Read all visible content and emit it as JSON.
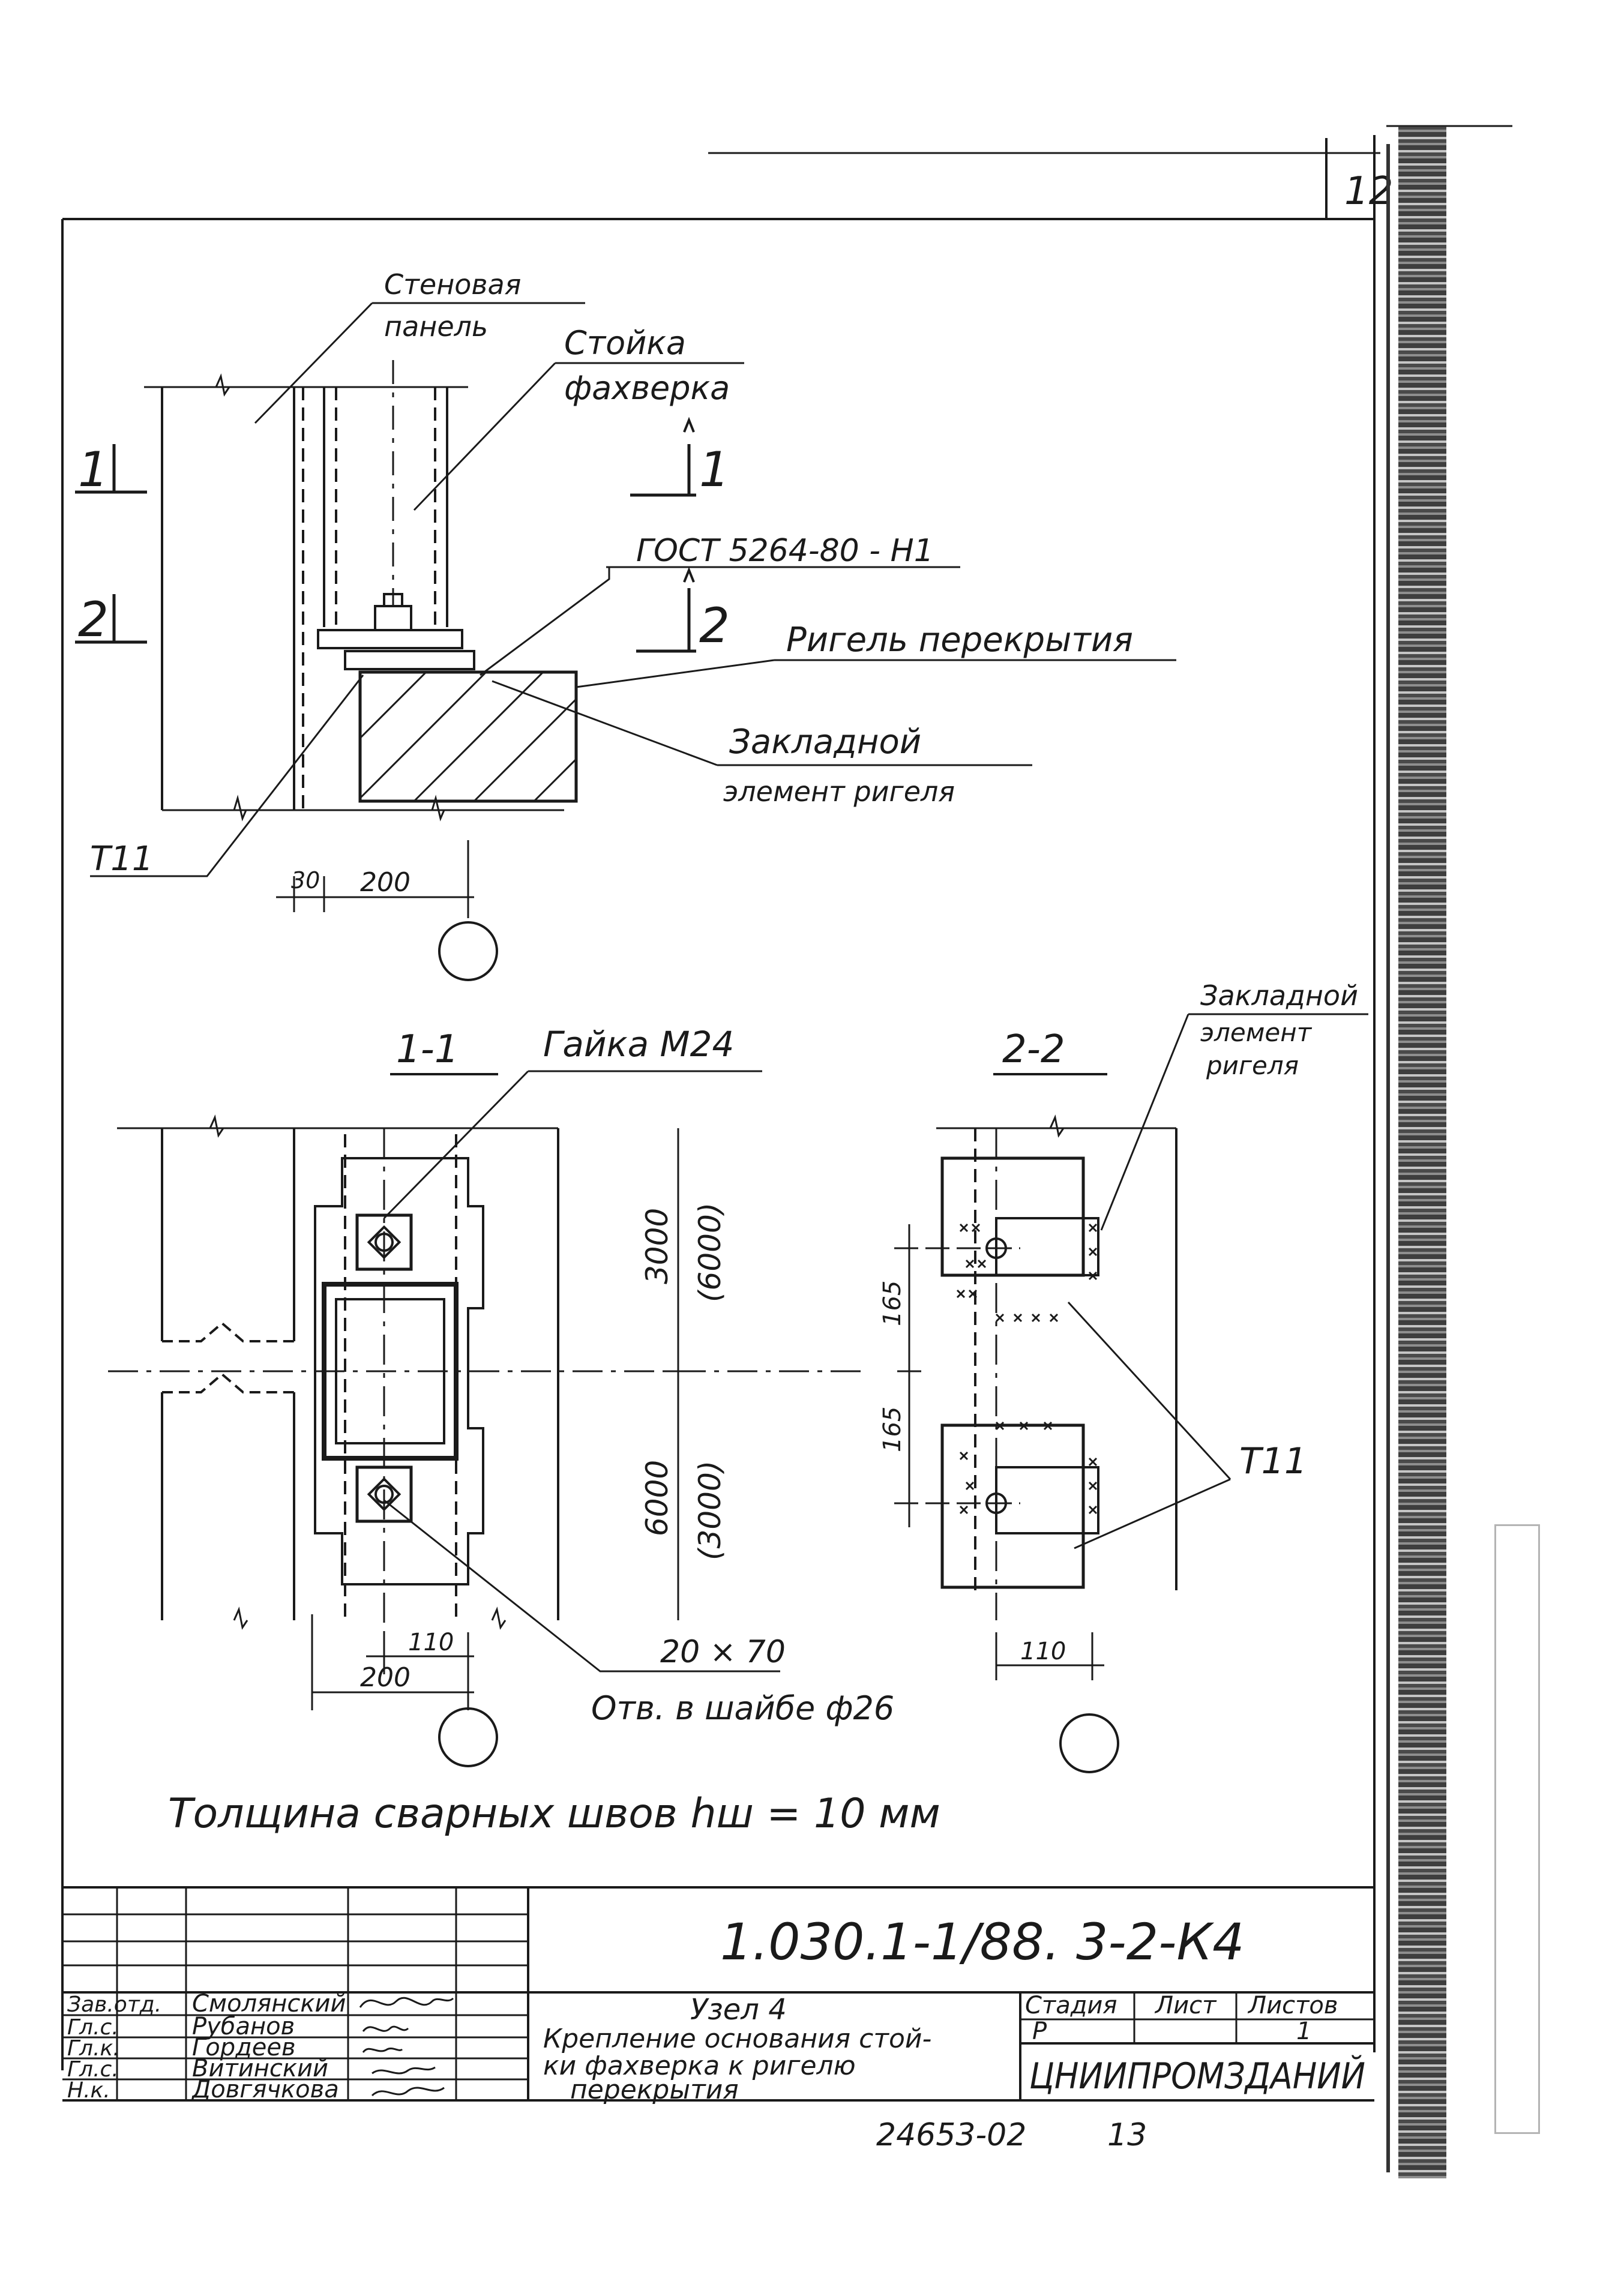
{
  "sheet_number": "12",
  "top_view": {
    "wall_panel_label": [
      "Стеновая",
      "панель"
    ],
    "column_label": [
      "Стойка",
      "фахверка"
    ],
    "section1_mark_left": "1",
    "section1_mark_right": "1",
    "section2_mark_left": "2",
    "section2_mark_right": "2",
    "weld_standard": "ГОСТ 5264-80 - Н1",
    "beam_label": "Ригель перекрытия",
    "embed_label": [
      "Закладной",
      "элемент ригеля"
    ],
    "weld_code": "Т11",
    "dim_30": "30",
    "dim_200": "200"
  },
  "section_1_1": {
    "title": "1-1",
    "nut_label": "Гайка М24",
    "dim_3000": "3000",
    "dim_6000_paren": "(6000)",
    "dim_6000": "6000",
    "dim_3000_paren": "(3000)",
    "dim_110": "110",
    "dim_200": "200",
    "washer_size": "20 × 70",
    "washer_hole": "Отв. в шайбе ф26"
  },
  "section_2_2": {
    "title": "2-2",
    "embed_label": [
      "Закладной",
      "элемент",
      "ригеля"
    ],
    "dim_165_top": "165",
    "dim_165_bottom": "165",
    "weld_code": "Т11",
    "dim_110": "110"
  },
  "weld_note": "Толщина сварных швов  hш = 10 мм",
  "title_block": {
    "designation": "1.030.1-1/88. 3-2-К4",
    "staff": [
      {
        "role": "Зав.отд.",
        "name": "Смолянский"
      },
      {
        "role": "Гл.с.",
        "name": "Рубанов"
      },
      {
        "role": "Гл.к.",
        "name": "Гордеев"
      },
      {
        "role": "Гл.с.",
        "name": "Витинский"
      },
      {
        "role": "Н.к.",
        "name": "Довгячкова"
      }
    ],
    "node_title": "Узел 4",
    "node_description": [
      "Крепление основания стой-",
      "ки фахверка к ригелю",
      "перекрытия"
    ],
    "stage_header": "Стадия",
    "sheet_header": "Лист",
    "sheets_header": "Листов",
    "stage_value": "Р",
    "sheets_value": "1",
    "organization": "ЦНИИПРОМЗДАНИЙ"
  },
  "footer": {
    "archive_number": "24653-02",
    "page": "13"
  }
}
